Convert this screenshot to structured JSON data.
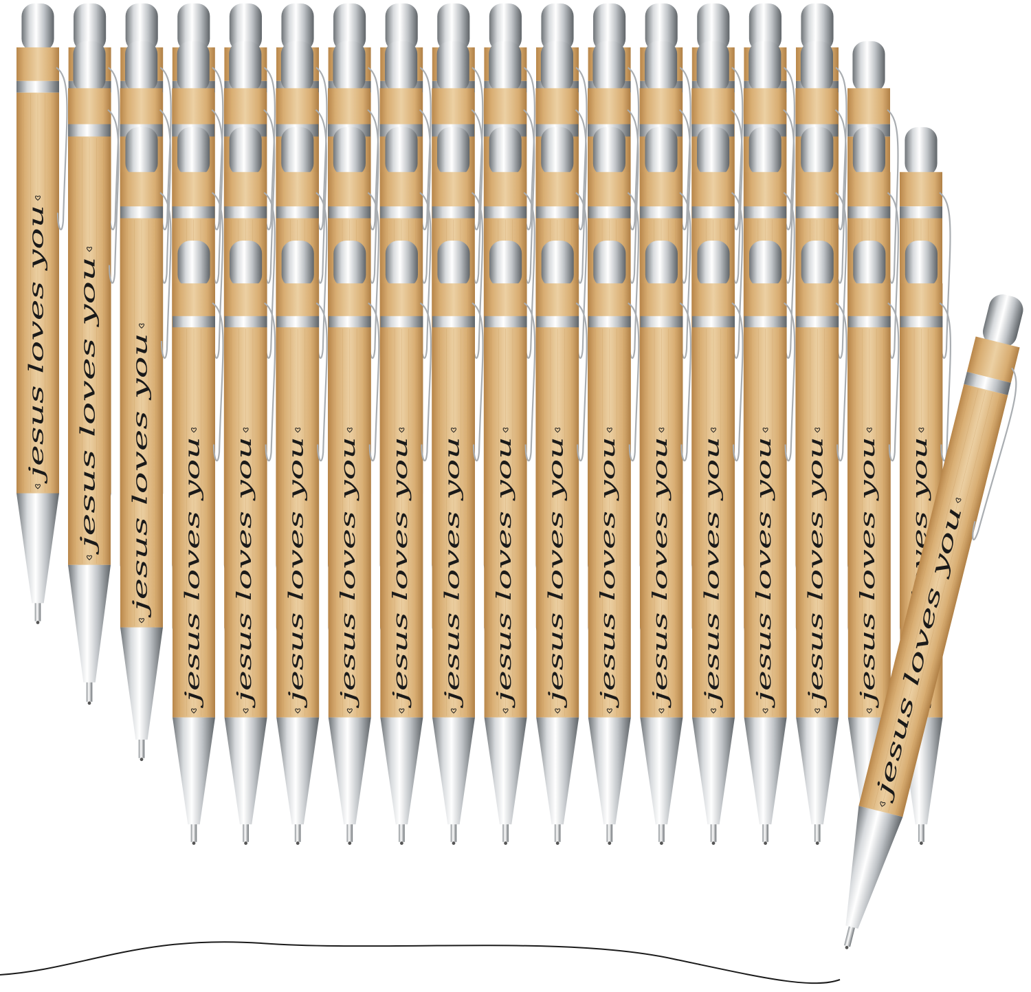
{
  "product": {
    "engraving_text": "jesus loves you"
  },
  "rows": [
    {
      "name": "row-1",
      "count": 16
    },
    {
      "name": "row-2",
      "count": 16
    },
    {
      "name": "row-3",
      "count": 16
    },
    {
      "name": "row-4",
      "count": 15
    }
  ],
  "featured_pen": {
    "count": 1
  },
  "colors": {
    "bamboo_light": "#e8c89a",
    "bamboo_mid": "#d8ad72",
    "bamboo_dark": "#b9874b",
    "chrome_light": "#f4f4f4",
    "chrome_mid": "#bfc3c7",
    "chrome_dark": "#6e7377",
    "ink": "#1a1a1a",
    "background": "#ffffff"
  }
}
